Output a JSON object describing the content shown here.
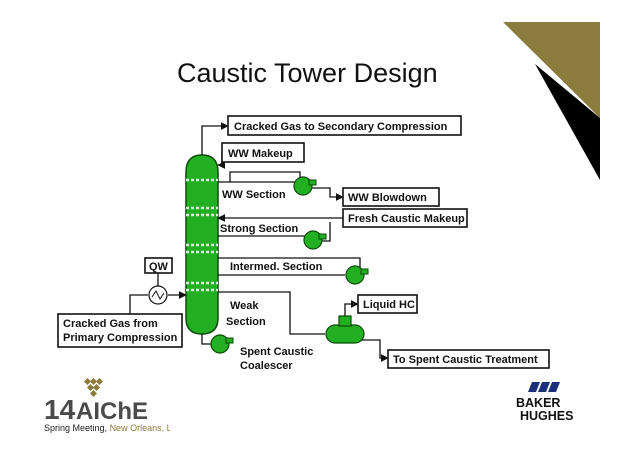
{
  "slide": {
    "title": "Caustic Tower Design"
  },
  "diagram": {
    "boxes": {
      "cracked_gas_secondary": "Cracked Gas to Secondary Compression",
      "ww_makeup": "WW Makeup",
      "ww_blowdown": "WW Blowdown",
      "fresh_caustic_makeup": "Fresh Caustic Makeup",
      "qw": "QW",
      "cracked_gas_from": "Cracked Gas from",
      "primary_compression": "Primary Compression",
      "liquid_hc": "Liquid HC",
      "spent_caustic_treatment": "To Spent Caustic Treatment"
    },
    "labels": {
      "ww_section": "WW Section",
      "strong_section": "Strong Section",
      "intermed_section": "Intermed. Section",
      "weak": "Weak",
      "section": "Section",
      "spent_caustic": "Spent Caustic",
      "coalescer": "Coalescer"
    },
    "colors": {
      "tower_green": "#22b022",
      "equipment_outline": "#0a4a0a",
      "line": "#111111"
    }
  },
  "logos": {
    "aiche": {
      "year": "14",
      "org": "AIChE",
      "event": "Spring Meeting,",
      "location": "New Orleans, LA"
    },
    "baker_hughes": {
      "line1": "BAKER",
      "line2": "HUGHES"
    }
  },
  "decor": {
    "gold": "#8b7b3c",
    "black": "#000000"
  }
}
